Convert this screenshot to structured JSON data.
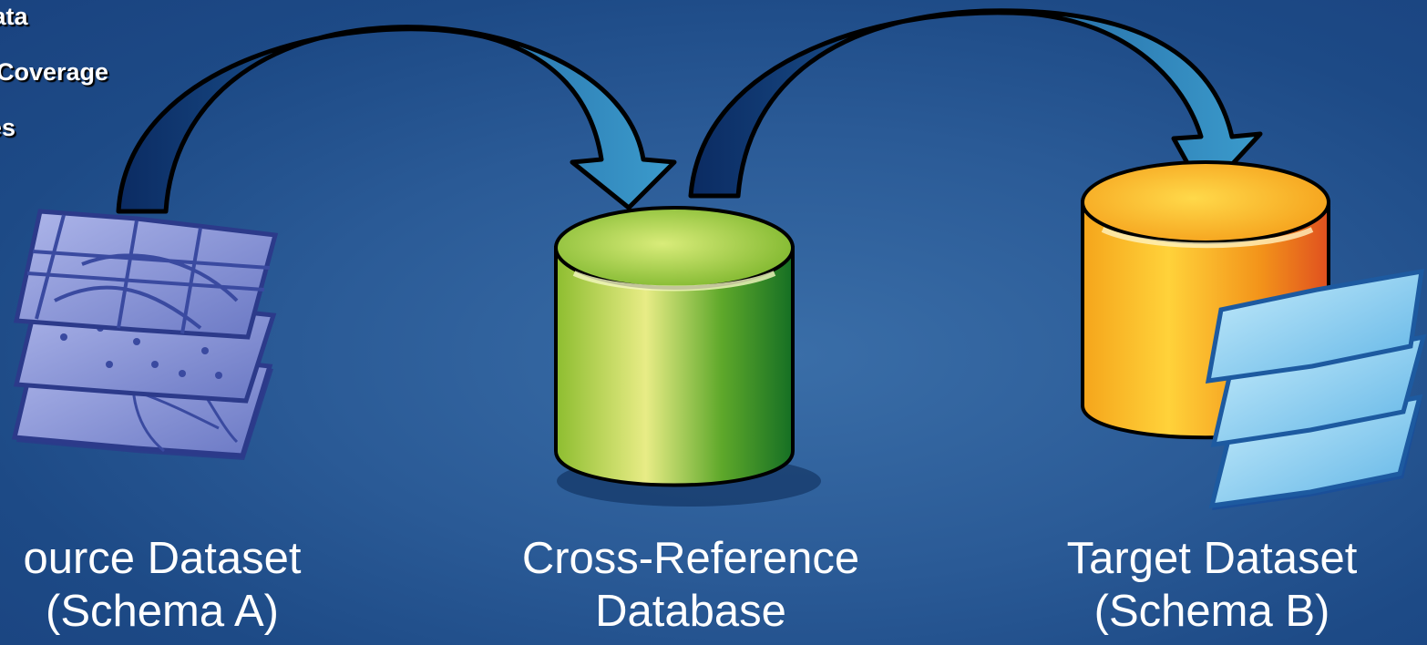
{
  "bullets": [
    "Data",
    "o Coverage",
    "iles"
  ],
  "nodes": {
    "source": {
      "line1": "ource Dataset",
      "line2": "(Schema A)"
    },
    "crossref": {
      "line1": "Cross-Reference",
      "line2": "Database"
    },
    "target": {
      "line1": "Target Dataset",
      "line2": "(Schema B)"
    }
  },
  "colors": {
    "arrow_dark": "#0c2f68",
    "arrow_light": "#3a96c8",
    "cylinder_green": "#8ec63f",
    "cylinder_orange": "#f7a21b",
    "layers_purple": "#8a98d8",
    "layers_blue": "#7fc4ec"
  },
  "icons": [
    "layers-stack-icon",
    "database-cylinder-icon",
    "database-with-layers-icon",
    "curved-arrow-icon"
  ]
}
